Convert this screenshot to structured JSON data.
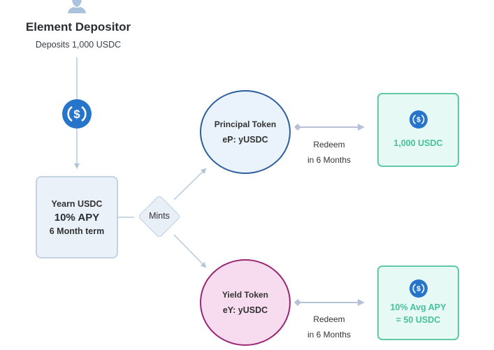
{
  "depositor": {
    "icon": "user-icon",
    "title": "Element Depositor",
    "subtitle": "Deposits 1,000 USDC"
  },
  "deposit_token": {
    "icon": "usdc-icon"
  },
  "vault": {
    "name": "Yearn USDC",
    "apy": "10% APY",
    "term": "6 Month term"
  },
  "mint_step": {
    "label": "Mints"
  },
  "principal_token": {
    "title": "Principal Token",
    "symbol": "eP: yUSDC"
  },
  "yield_token": {
    "title": "Yield Token",
    "symbol": "eY: yUSDC"
  },
  "principal_redeem": {
    "line1": "Redeem",
    "line2": "in 6 Months"
  },
  "yield_redeem": {
    "line1": "Redeem",
    "line2": "in 6 Months"
  },
  "principal_output": {
    "icon": "usdc-icon",
    "value": "1,000 USDC"
  },
  "yield_output": {
    "icon": "usdc-icon",
    "line1": "10% Avg APY",
    "line2": "= 50 USDC"
  },
  "colors": {
    "usdc_blue": "#2775ca",
    "principal_border": "#2d5e9e",
    "yield_border": "#9a2774",
    "output_green": "#46c19b",
    "connector": "#b7cbdc"
  }
}
